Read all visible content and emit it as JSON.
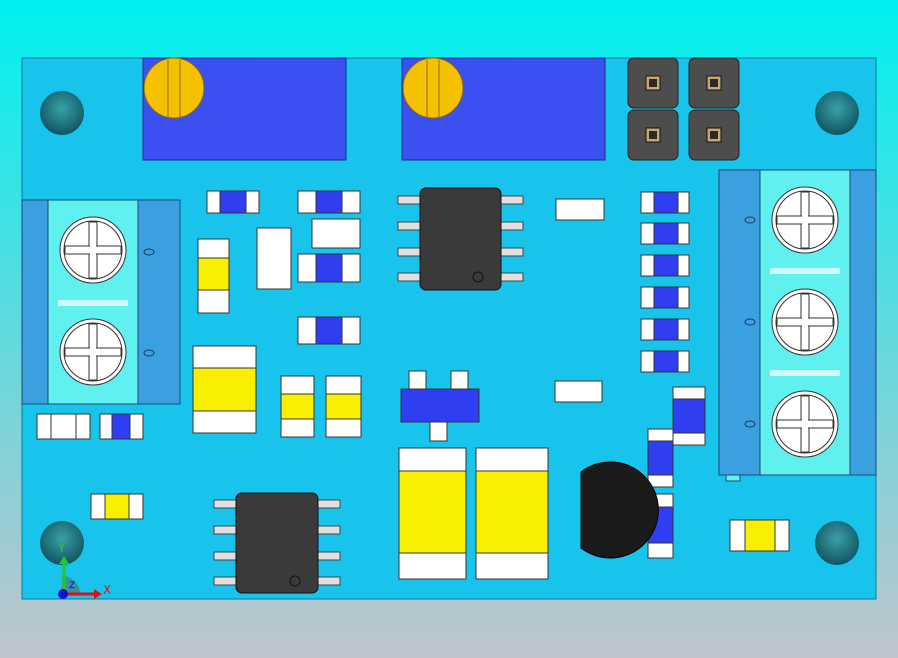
{
  "scene": {
    "description_type": "3D CAD render of a printed circuit board, top view",
    "colors": {
      "background_top": "#00f0f0",
      "background_bottom": "#c0c4cc",
      "board": "#18c4ec",
      "board_edge": "#0a7a9a",
      "ic_body": "#3a3a3a",
      "transistor_body": "#1a1a1a",
      "trimmer_body": "#3a50f0",
      "trimmer_knob": "#f5c000",
      "header_body": "#4d4d4d",
      "terminal_block": "#60f0f0",
      "terminal_side": "#3aa0e0",
      "component_blue": "#2e3ef0",
      "component_yellow": "#f8f000",
      "component_white": "#ffffff",
      "mount_hole": "#1a6a78"
    }
  },
  "axis_triad": {
    "y_label": "Y",
    "x_label": "X",
    "z_label": "Z"
  },
  "components": {
    "trimmers": [
      "trimmer-1",
      "trimmer-2"
    ],
    "headers": [
      "header-left",
      "header-right"
    ],
    "terminal_blocks": [
      {
        "name": "terminal-block-left",
        "screws": 2
      },
      {
        "name": "terminal-block-right",
        "screws": 3
      }
    ],
    "ics": [
      "soic8-top",
      "soic8-bottom"
    ],
    "sot23": [
      "sot223-center"
    ],
    "to92": [
      "transistor-to92"
    ]
  }
}
